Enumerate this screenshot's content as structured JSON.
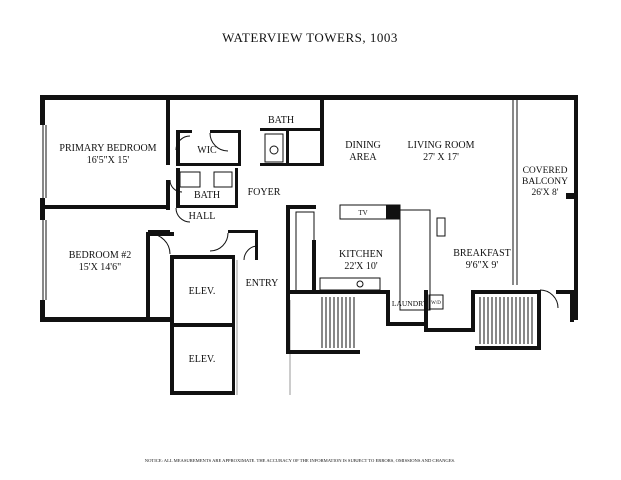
{
  "title": "WATERVIEW TOWERS, 1003",
  "rooms": {
    "primary_bedroom": {
      "name": "PRIMARY BEDROOM",
      "size": "16'5\"X 15'"
    },
    "wic": {
      "name": "WIC"
    },
    "bath_top": {
      "name": "BATH"
    },
    "bath_mid": {
      "name": "BATH"
    },
    "foyer": {
      "name": "FOYER"
    },
    "hall": {
      "name": "HALL"
    },
    "dining": {
      "name_line1": "DINING",
      "name_line2": "AREA"
    },
    "living_room": {
      "name": "LIVING ROOM",
      "size": "27' X 17'"
    },
    "covered_balcony": {
      "name_line1": "COVERED",
      "name_line2": "BALCONY",
      "size": "26'X 8'"
    },
    "tv": {
      "name": "TV"
    },
    "kitchen": {
      "name": "KITCHEN",
      "size": "22'X 10'"
    },
    "breakfast": {
      "name": "BREAKFAST",
      "size": "9'6\"X 9'"
    },
    "bedroom2": {
      "name": "BEDROOM #2",
      "size": "15'X 14'6\""
    },
    "elev_top": {
      "name": "ELEV."
    },
    "elev_bottom": {
      "name": "ELEV."
    },
    "entry": {
      "name": "ENTRY"
    },
    "laundry": {
      "name": "LAUNDRY"
    },
    "wd": {
      "name": "W/D"
    }
  },
  "notice": "NOTICE: ALL MEASUREMENTS ARE APPROXIMATE. THE ACCURACY OF THE INFORMATION IS SUBJECT TO ERRORS, OMISSIONS AND CHANGES."
}
